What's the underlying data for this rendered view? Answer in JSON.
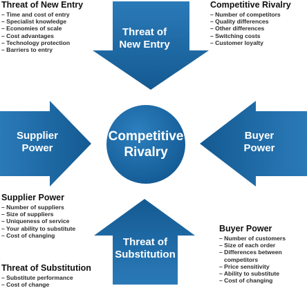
{
  "colors": {
    "shape_fill": "#1e6aa6",
    "shape_fill_dark": "#0f4d80",
    "label_text": "#ffffff",
    "body_text": "#111111"
  },
  "center": {
    "line1": "Competitive",
    "line2": "Rivalry"
  },
  "arrows": {
    "top": {
      "line1": "Threat of",
      "line2": "New Entry"
    },
    "left": {
      "line1": "Supplier",
      "line2": "Power"
    },
    "right": {
      "line1": "Buyer",
      "line2": "Power"
    },
    "bottom": {
      "line1": "Threat of",
      "line2": "Substitution"
    }
  },
  "panels": {
    "new_entry": {
      "title": "Threat of New Entry",
      "items": [
        "– Time and cost of entry",
        "– Specialist knowledge",
        "– Economies of scale",
        "– Cost advantages",
        "– Technology protection",
        "– Barriers to entry"
      ]
    },
    "competitive_rivalry": {
      "title": "Competitive Rivalry",
      "items": [
        "– Number of competitors",
        "– Quality differences",
        "– Other differences",
        "– Switching costs",
        "– Customer loyalty"
      ]
    },
    "supplier_power": {
      "title": "Supplier Power",
      "items": [
        "– Number of suppliers",
        "– Size of suppliers",
        "– Uniqueness of service",
        "– Your ability to substitute",
        "– Cost of changing"
      ]
    },
    "buyer_power": {
      "title": "Buyer Power",
      "items": [
        "– Number of customers",
        "– Size of each order",
        "– Differences between",
        "competitors",
        "– Price sensitivity",
        "– Ability to substitute",
        "– Cost of changing"
      ]
    },
    "substitution": {
      "title": "Threat of Substitution",
      "items": [
        "– Substitute performance",
        "– Cost of change"
      ]
    }
  }
}
